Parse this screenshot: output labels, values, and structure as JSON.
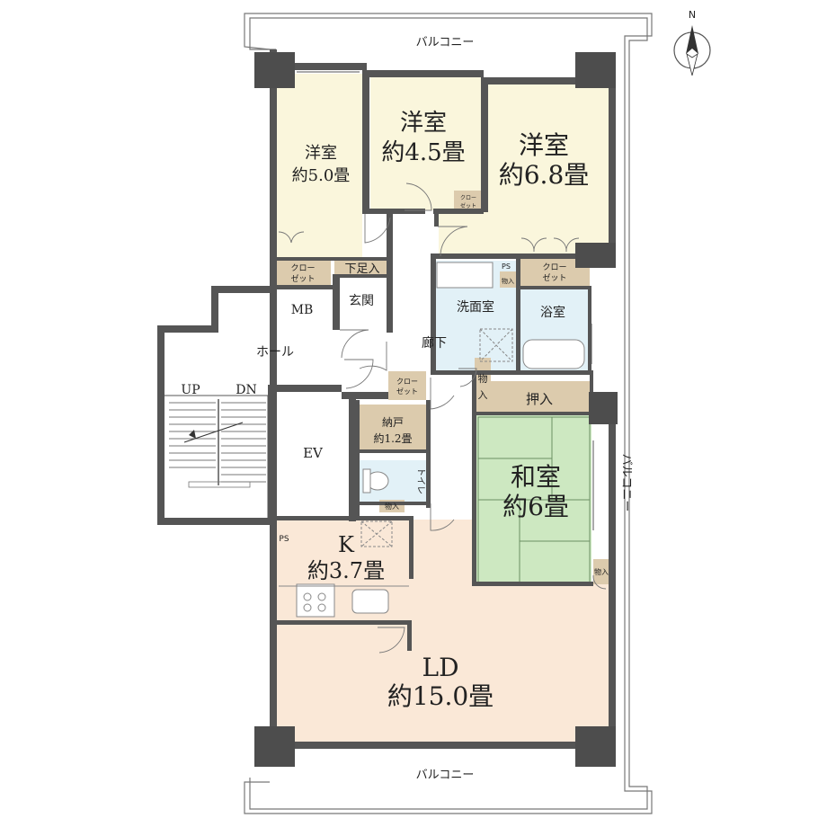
{
  "compass": {
    "north_label": "N"
  },
  "balconies": {
    "top": "バルコニー",
    "bottom": "バルコニー",
    "right": "バルコニー"
  },
  "rooms": {
    "western_room_a": {
      "name": "洋室",
      "size": "約5.0畳"
    },
    "western_room_b": {
      "name": "洋室",
      "size": "約4.5畳"
    },
    "western_room_c": {
      "name": "洋室",
      "size": "約6.8畳"
    },
    "japanese_room": {
      "name": "和室",
      "size": "約6畳"
    },
    "kitchen": {
      "name": "K",
      "size": "約3.7畳"
    },
    "living_dining": {
      "name": "LD",
      "size": "約15.0畳"
    },
    "storeroom": {
      "name": "納戸",
      "size": "約1.2畳"
    },
    "washroom": {
      "name": "洗面室"
    },
    "bathroom": {
      "name": "浴室"
    },
    "toilet": {
      "name": "トイレ"
    },
    "entrance": {
      "name": "玄関"
    },
    "shoe_storage": {
      "name": "下足入"
    },
    "corridor": {
      "name": "廊下"
    },
    "oshiire": {
      "name": "押入"
    }
  },
  "closets": {
    "closet_a": {
      "line1": "クロー",
      "line2": "ゼット"
    },
    "closet_b": {
      "line1": "クロー",
      "line2": "ゼット"
    },
    "closet_c": {
      "line1": "クロー",
      "line2": "ゼット"
    },
    "closet_d": {
      "line1": "クロー",
      "line2": "ゼット"
    }
  },
  "storage_labels": {
    "wash_storage": "物入",
    "corridor_storage_line1": "物",
    "corridor_storage_line2": "入",
    "toilet_storage": "物入",
    "ld_storage": "物入"
  },
  "common_area": {
    "hall": "ホール",
    "up": "UP",
    "dn": "DN",
    "ev": "EV",
    "mb": "MB",
    "ps_top": "PS",
    "ps_kitchen": "PS"
  },
  "colors": {
    "western_room": "#faf6dc",
    "japanese_room": "#cde8c1",
    "living": "#fae8d7",
    "wet_area": "#e2f1f7",
    "storage": "#dccbad",
    "wall": "#555555"
  }
}
